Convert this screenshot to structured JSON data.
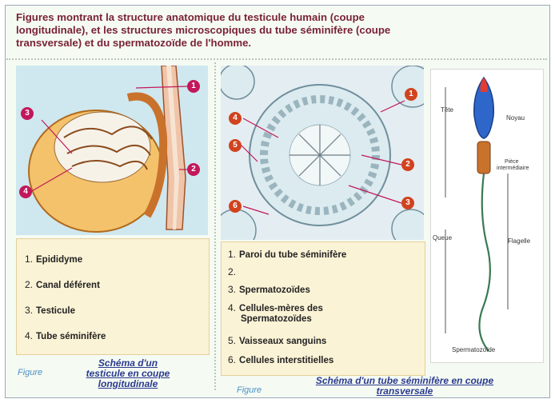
{
  "title_lines": [
    "Figures montrant la structure anatomique du testicule humain (coupe",
    "longitudinale), et les structures microscopiques du tube séminifère (coupe",
    "transversale) et du spermatozoïde de l'homme."
  ],
  "left_markers": [
    "1",
    "2",
    "3",
    "4"
  ],
  "middle_markers": [
    "1",
    "2",
    "3",
    "4",
    "5",
    "6"
  ],
  "left_legend": [
    {
      "num": "1.",
      "text": "Epididyme"
    },
    {
      "num": "2.",
      "text": "Canal déférent"
    },
    {
      "num": "3.",
      "text": "Testicule"
    },
    {
      "num": "4.",
      "text": "Tube séminifère"
    }
  ],
  "middle_legend": [
    {
      "num": "1.",
      "text": "Paroi du tube séminifère"
    },
    {
      "num": "2.",
      "text": ""
    },
    {
      "num": "3.",
      "text": "Spermatozoïdes"
    },
    {
      "num": "4.",
      "text": "Cellules-mères des",
      "text2": "Spermatozoïdes"
    },
    {
      "num": "5.",
      "text": "Vaisseaux sanguins"
    },
    {
      "num": "6.",
      "text": "Cellules interstitielles"
    }
  ],
  "sperm_labels": {
    "tete": "Tête",
    "noyau": "Noyau",
    "piece": "Pièce",
    "intermediaire": "intermédiaire",
    "queue": "Queue",
    "flagelle": "Flagelle",
    "name": "Spermatozoïde"
  },
  "caption_left": {
    "label": "Figure",
    "lines": [
      "Schéma d'un",
      "testicule en coupe",
      "longitudinale"
    ]
  },
  "caption_middle": {
    "label": "Figure",
    "lines": [
      "Schéma d'un tube séminifère en coupe",
      "transversale"
    ]
  },
  "colors": {
    "marker": "#c2185b",
    "title": "#7a2236",
    "caption": "#2b3a8f"
  }
}
